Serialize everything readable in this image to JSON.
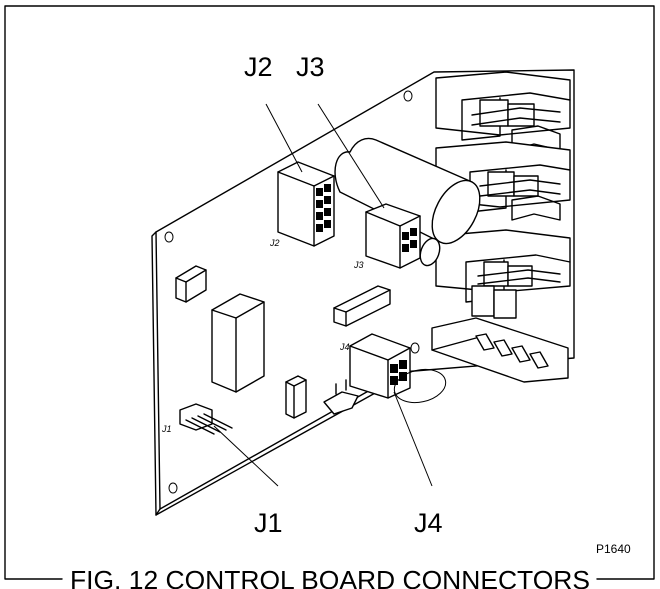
{
  "labels": {
    "j2": "J2",
    "j3": "J3",
    "j1": "J1",
    "j4": "J4"
  },
  "board_markings": {
    "j1": "J1",
    "j2": "J2",
    "j3": "J3",
    "j4": "J4"
  },
  "figure_code": "P1640",
  "caption": "FIG. 12 CONTROL BOARD CONNECTORS"
}
